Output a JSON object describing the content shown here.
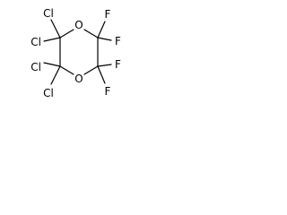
{
  "molecule": {
    "ring": {
      "oxygen_top": "O",
      "oxygen_bottom": "O"
    },
    "left_carbon_top": {
      "substituent_up": "Cl",
      "substituent_left": "Cl"
    },
    "left_carbon_bottom": {
      "substituent_left": "Cl",
      "substituent_down": "Cl"
    },
    "right_carbon_top": {
      "substituent_up": "F",
      "substituent_right": "F"
    },
    "right_carbon_bottom": {
      "substituent_right": "F",
      "substituent_down": "F"
    }
  }
}
